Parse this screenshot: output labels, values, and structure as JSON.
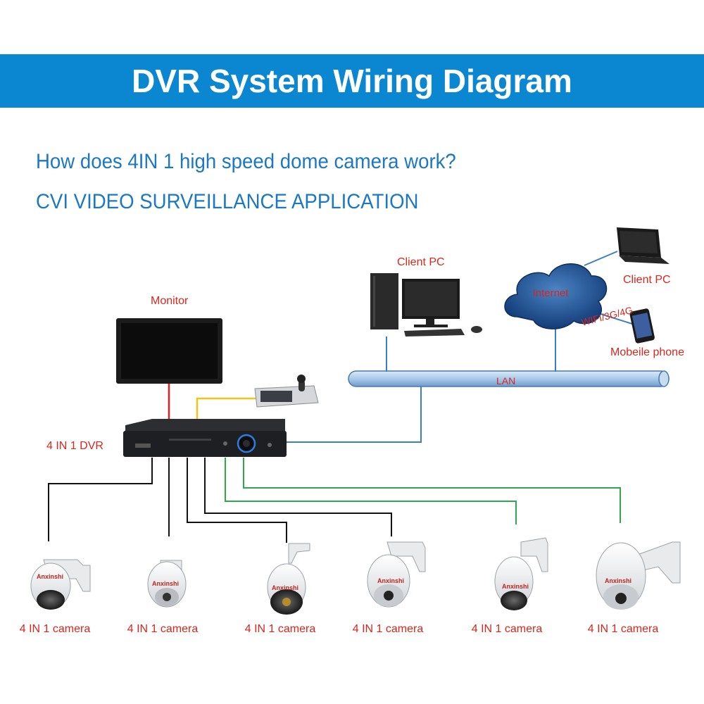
{
  "header": {
    "title": "DVR System Wiring Diagram",
    "question": "How does 4IN 1 high speed dome camera work?",
    "application": "CVI VIDEO SURVEILLANCE APPLICATION"
  },
  "devices": {
    "monitor": "Monitor",
    "dvr": "4 IN 1 DVR",
    "client_pc_desktop": "Client PC",
    "client_pc_laptop": "Client PC",
    "internet": "Internet",
    "wireless": "WIFI/3G/4G",
    "mobile": "Mobeile phone",
    "lan": "LAN",
    "brand": "Anxinshi"
  },
  "cameras": [
    {
      "label": "4 IN 1 camera",
      "cable_color": "#111111"
    },
    {
      "label": "4 IN 1 camera",
      "cable_color": "#111111"
    },
    {
      "label": "4 IN 1 camera",
      "cable_color": "#111111"
    },
    {
      "label": "4 IN 1 camera",
      "cable_color": "#111111"
    },
    {
      "label": "4 IN 1 camera",
      "cable_color": "#2ea84a"
    },
    {
      "label": "4 IN 1 camera",
      "cable_color": "#2ea84a"
    }
  ],
  "colors": {
    "banner": "#0b86d1",
    "subtitle": "#1c78c4",
    "label": "#d9261c",
    "network_line": "#3a7fc4",
    "power_line": "#e02020",
    "control_line": "#f0c419"
  }
}
